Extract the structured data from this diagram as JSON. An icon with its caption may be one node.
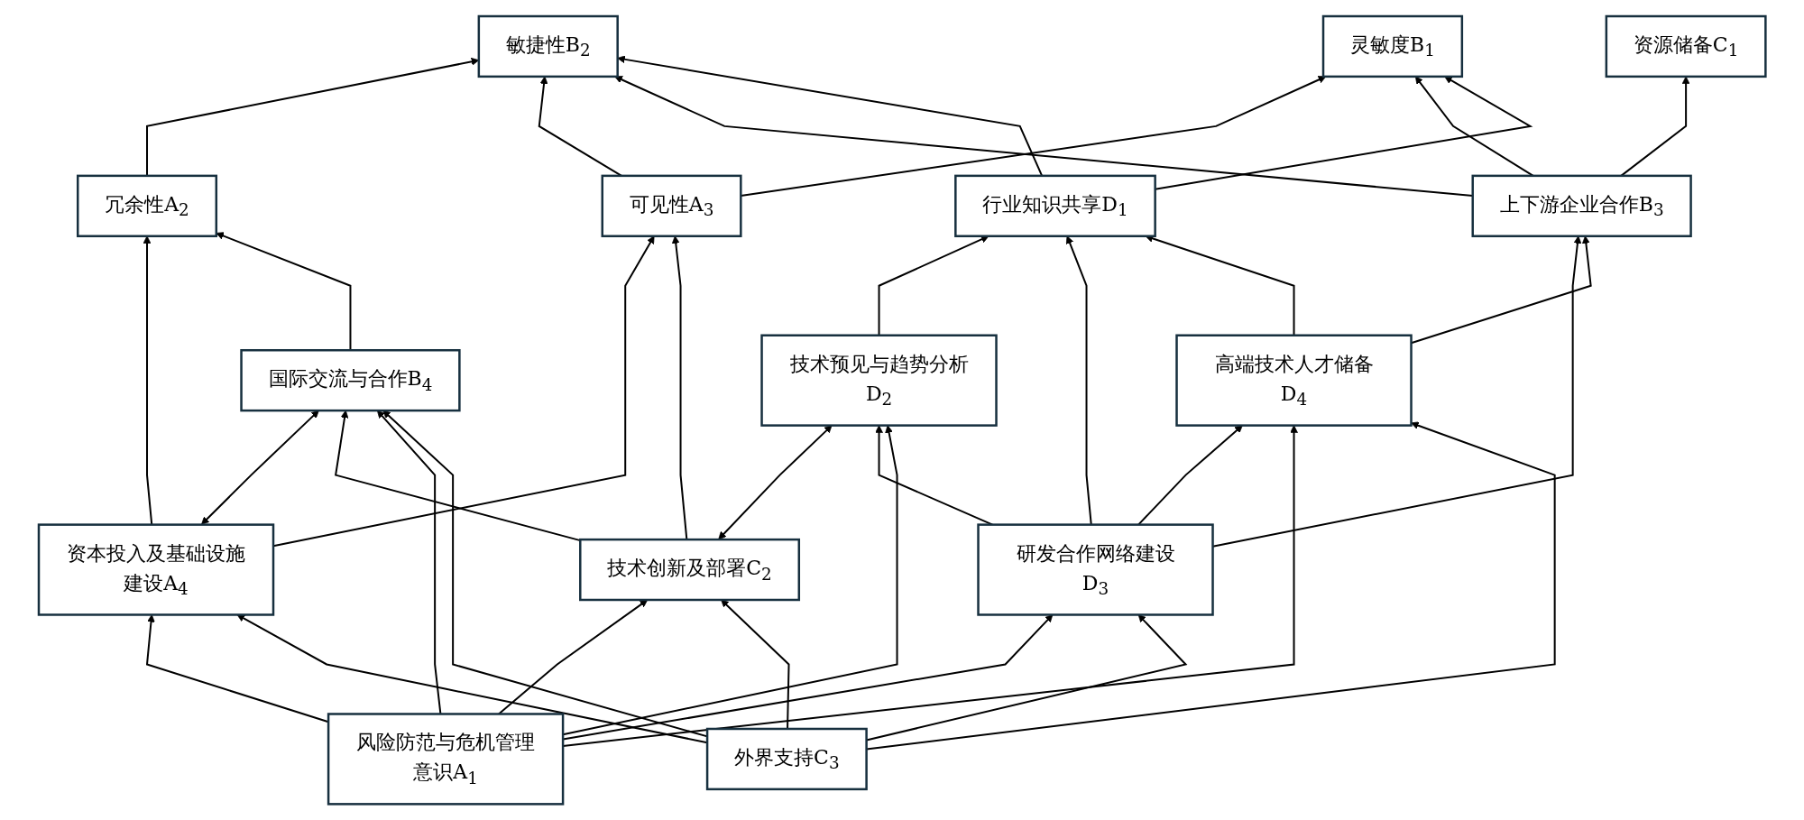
{
  "diagram": {
    "nodes": [
      {
        "text": [
          "灵敏度B$_{1}$"
        ]
      },
      {
        "text": [
          "敏捷性B$_{2}$"
        ]
      },
      {
        "text": [
          "资源储备C$_{1}$"
        ]
      },
      {
        "text": [
          "冗余性A$_{2}$"
        ]
      },
      {
        "text": [
          "可见性A$_{3}$"
        ]
      },
      {
        "text": [
          "上下游企业合作B$_{3}$"
        ]
      },
      {
        "text": [
          "行业知识共享D$_{1}$"
        ]
      },
      {
        "text": [
          "资本投入及基础设施建设A$_{4}$"
        ]
      },
      {
        "text": [
          "国际交流与合作B$_{4}$"
        ]
      },
      {
        "text": [
          "技术创新及部署C$_{2}$"
        ]
      },
      {
        "text": [
          "技术预见与趋势分析D$_{2}$"
        ]
      },
      {
        "text": [
          "研发合作网络建设D$_{3}$"
        ]
      },
      {
        "text": [
          "高端技术人才储备D$_{4}$"
        ]
      },
      {
        "text": [
          "风险防范与危机管理意识A$_{1}$"
        ]
      },
      {
        "text": [
          "外界支持C$_{3}$"
        ]
      }
    ],
    "edges": [
      {
        "from": 3,
        "to": 1,
        "arrow": "to"
      },
      {
        "from": 4,
        "to": 0,
        "arrow": "to"
      },
      {
        "from": 4,
        "to": 1,
        "arrow": "to"
      },
      {
        "from": 5,
        "to": 0,
        "arrow": "to"
      },
      {
        "from": 5,
        "to": 1,
        "arrow": "to"
      },
      {
        "from": 5,
        "to": 2,
        "arrow": "to"
      },
      {
        "from": 6,
        "to": 0,
        "arrow": "to"
      },
      {
        "from": 6,
        "to": 1,
        "arrow": "to"
      },
      {
        "from": 7,
        "to": 3,
        "arrow": "to"
      },
      {
        "from": 7,
        "to": 4,
        "arrow": "to"
      },
      {
        "from": 8,
        "to": 3,
        "arrow": "to"
      },
      {
        "from": 9,
        "to": 4,
        "arrow": "to"
      },
      {
        "from": 10,
        "to": 6,
        "arrow": "to"
      },
      {
        "from": 11,
        "to": 5,
        "arrow": "to"
      },
      {
        "from": 11,
        "to": 6,
        "arrow": "to"
      },
      {
        "from": 12,
        "to": 5,
        "arrow": "to"
      },
      {
        "from": 12,
        "to": 6,
        "arrow": "to"
      },
      {
        "from": 7,
        "to": 8,
        "arrow": "both"
      },
      {
        "from": 9,
        "to": 8,
        "arrow": "to"
      },
      {
        "from": 9,
        "to": 10,
        "arrow": "both"
      },
      {
        "from": 11,
        "to": 10,
        "arrow": "to"
      },
      {
        "from": 11,
        "to": 12,
        "arrow": "to"
      },
      {
        "from": 13,
        "to": 7,
        "arrow": "to"
      },
      {
        "from": 13,
        "to": 8,
        "arrow": "to"
      },
      {
        "from": 13,
        "to": 9,
        "arrow": "to"
      },
      {
        "from": 13,
        "to": 10,
        "arrow": "to"
      },
      {
        "from": 13,
        "to": 11,
        "arrow": "to"
      },
      {
        "from": 13,
        "to": 12,
        "arrow": "to"
      },
      {
        "from": 14,
        "to": 7,
        "arrow": "to"
      },
      {
        "from": 14,
        "to": 8,
        "arrow": "to"
      },
      {
        "from": 14,
        "to": 9,
        "arrow": "to"
      },
      {
        "from": 14,
        "to": 11,
        "arrow": "to"
      },
      {
        "from": 14,
        "to": 12,
        "arrow": "to"
      }
    ]
  }
}
